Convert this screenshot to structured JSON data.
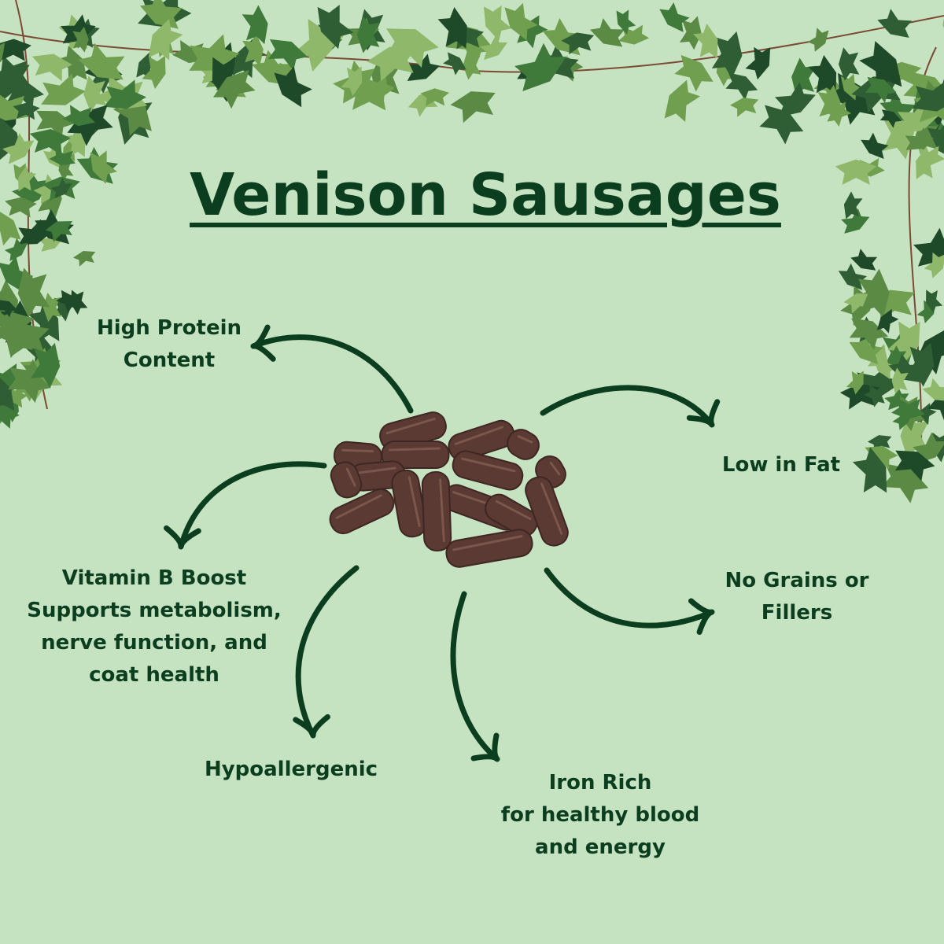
{
  "title": "Venison Sausages",
  "colors": {
    "background": "#c6e3c1",
    "text": "#0b3d1f",
    "sausage": "#5a3a33",
    "ivy_dark": "#2f5e34",
    "ivy_light": "#8fb86a"
  },
  "benefits": [
    {
      "lines": [
        "High Protein",
        "Content"
      ]
    },
    {
      "lines": [
        "Low in Fat"
      ]
    },
    {
      "lines": [
        "Vitamin B Boost",
        "Supports metabolism,",
        "nerve function, and",
        "coat health"
      ]
    },
    {
      "lines": [
        "No Grains or",
        "Fillers"
      ]
    },
    {
      "lines": [
        "Hypoallergenic"
      ]
    },
    {
      "lines": [
        "Iron Rich",
        "for healthy blood",
        "and energy"
      ]
    }
  ]
}
